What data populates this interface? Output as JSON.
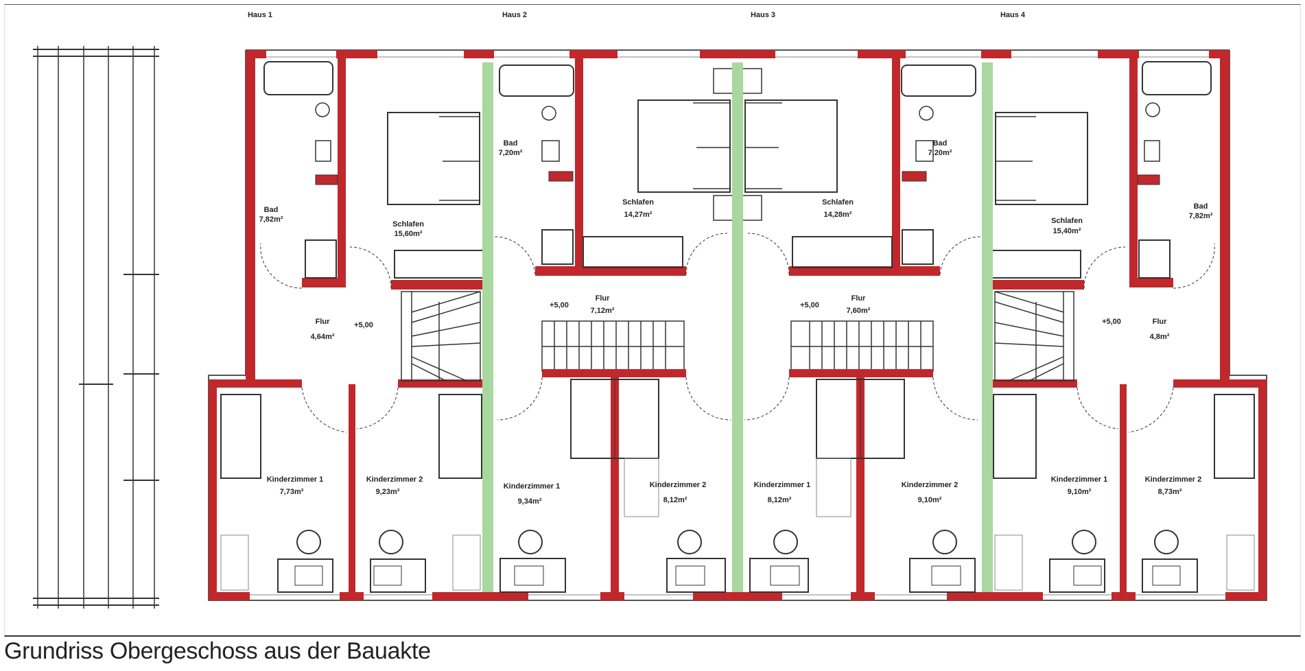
{
  "caption": "Grundriss Obergeschoss aus der Bauakte",
  "colors": {
    "wall": "#c0282c",
    "party_wall": "#a8d8a0",
    "line": "#333333"
  },
  "houses": [
    "Haus 1",
    "Haus 2",
    "Haus 3",
    "Haus 4"
  ],
  "rooms": {
    "h1_bad": {
      "name": "Bad",
      "area": "7,82m²"
    },
    "h1_schlafen": {
      "name": "Schlafen",
      "area": "15,60m²"
    },
    "h1_flur": {
      "name": "Flur",
      "area": "4,64m²"
    },
    "h1_kind1": {
      "name": "Kinderzimmer 1",
      "area": "7,73m²"
    },
    "h1_kind2": {
      "name": "Kinderzimmer 2",
      "area": "9,23m²"
    },
    "h2_bad": {
      "name": "Bad",
      "area": "7,20m²"
    },
    "h2_schlafen": {
      "name": "Schlafen",
      "area": "14,27m²"
    },
    "h2_flur": {
      "name": "Flur",
      "area": "7,12m²"
    },
    "h2_kind1": {
      "name": "Kinderzimmer 1",
      "area": "9,34m²"
    },
    "h2_kind2": {
      "name": "Kinderzimmer 2",
      "area": "8,12m²"
    },
    "h3_bad": {
      "name": "Bad",
      "area": "7,20m²"
    },
    "h3_schlafen": {
      "name": "Schlafen",
      "area": "14,28m²"
    },
    "h3_flur": {
      "name": "Flur",
      "area": "7,60m²"
    },
    "h3_kind1": {
      "name": "Kinderzimmer 1",
      "area": "8,12m²"
    },
    "h3_kind2": {
      "name": "Kinderzimmer 2",
      "area": "9,10m²"
    },
    "h4_bad": {
      "name": "Bad",
      "area": "7,82m²"
    },
    "h4_schlafen": {
      "name": "Schlafen",
      "area": "15,40m²"
    },
    "h4_flur": {
      "name": "Flur",
      "area": "4,8m²"
    },
    "h4_kind1": {
      "name": "Kinderzimmer 1",
      "area": "9,10m²"
    },
    "h4_kind2": {
      "name": "Kinderzimmer 2",
      "area": "8,73m²"
    }
  },
  "levels": {
    "h1": "+5,00",
    "h2": "+5,00",
    "h3": "+5,00",
    "h4": "+5,00"
  }
}
